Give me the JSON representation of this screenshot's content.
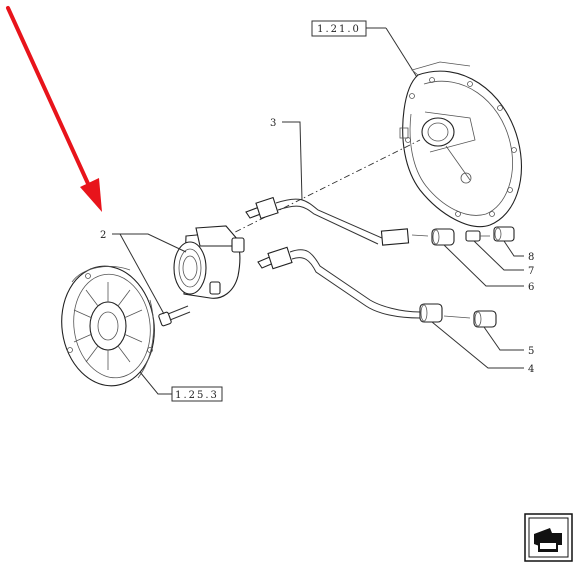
{
  "references": {
    "top": "1.21.0",
    "bottom": "1.25.3"
  },
  "callouts": {
    "c2": "2",
    "c3": "3",
    "c4": "4",
    "c5": "5",
    "c6": "6",
    "c7": "7",
    "c8": "8"
  },
  "highlight_arrow_color": "#e8141b",
  "nav": {
    "icon": "arrow-next-page-icon"
  }
}
